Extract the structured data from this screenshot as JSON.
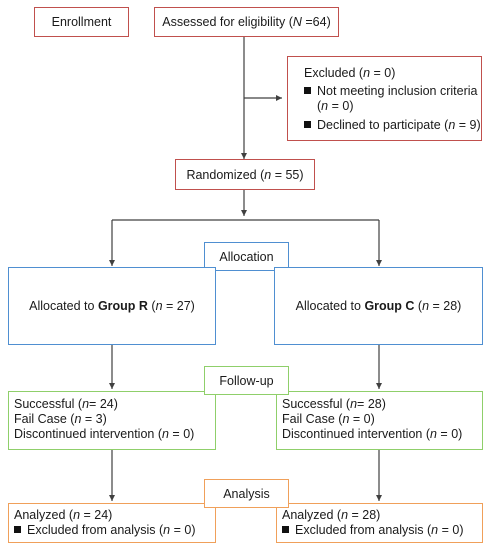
{
  "enrollment": {
    "label": "Enrollment",
    "assessed": {
      "text": "Assessed for eligibility (",
      "var": "N",
      "rest": " =64)"
    }
  },
  "excluded": {
    "title": {
      "text": "Excluded (",
      "var": "n",
      "rest": " = 0)"
    },
    "items": [
      {
        "line1": "Not meeting inclusion criteria",
        "line2pre": "(",
        "var": "n",
        "line2rest": " = 0)"
      },
      {
        "text": "Declined to participate (",
        "var": "n",
        "rest": " = 9)"
      }
    ]
  },
  "randomized": {
    "text": "Randomized (",
    "var": "n",
    "rest": " = 55)"
  },
  "allocation": {
    "label": "Allocation",
    "group_r": {
      "pre": "Allocated to ",
      "group": "Group R",
      "mid": " (",
      "var": "n",
      "rest": " = 27)"
    },
    "group_c": {
      "pre": "Allocated to ",
      "group": "Group C",
      "mid": " (",
      "var": "n",
      "rest": " = 28)"
    }
  },
  "followup": {
    "label": "Follow-up",
    "left": [
      {
        "pre": "Successful (",
        "var": "n",
        "rest": "= 24)"
      },
      {
        "pre": "Fail Case (",
        "var": "n",
        "rest": " = 3)"
      },
      {
        "pre": "Discontinued intervention (",
        "var": "n",
        "rest": " = 0)"
      }
    ],
    "right": [
      {
        "pre": "Successful (",
        "var": "n",
        "rest": "= 28)"
      },
      {
        "pre": "Fail Case (",
        "var": "n",
        "rest": " = 0)"
      },
      {
        "pre": "Discontinued intervention (",
        "var": "n",
        "rest": " = 0)"
      }
    ]
  },
  "analysis": {
    "label": "Analysis",
    "left": {
      "analyzed": {
        "pre": "Analyzed (",
        "var": "n",
        "rest": " = 24)"
      },
      "excluded": {
        "pre": "Excluded from analysis (",
        "var": "n",
        "rest": " = 0)"
      }
    },
    "right": {
      "analyzed": {
        "pre": "Analyzed (",
        "var": "n",
        "rest": " = 28)"
      },
      "excluded": {
        "pre": "Excluded from analysis (",
        "var": "n",
        "rest": " = 0)"
      }
    }
  },
  "colors": {
    "enrollment_border": "#c0504d",
    "allocation_border": "#4f8fd1",
    "followup_border": "#8fcf6a",
    "analysis_border": "#f0a05a",
    "connector": "#404040"
  }
}
